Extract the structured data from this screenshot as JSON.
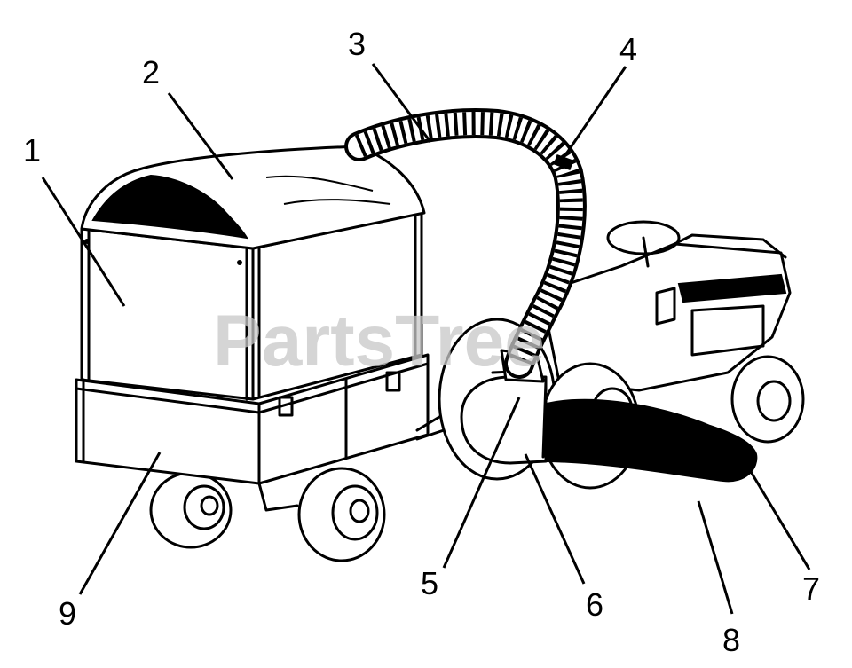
{
  "watermark": "PartsTree",
  "callouts": [
    {
      "id": "1",
      "label": "1",
      "part": "hopper-box"
    },
    {
      "id": "2",
      "label": "2",
      "part": "hopper-cover"
    },
    {
      "id": "3",
      "label": "3",
      "part": "upper-hose"
    },
    {
      "id": "4",
      "label": "4",
      "part": "hose-clamp"
    },
    {
      "id": "5",
      "label": "5",
      "part": "blower-outlet"
    },
    {
      "id": "6",
      "label": "6",
      "part": "blower-housing"
    },
    {
      "id": "7",
      "label": "7",
      "part": "lower-hose-end"
    },
    {
      "id": "8",
      "label": "8",
      "part": "intake-hose"
    },
    {
      "id": "9",
      "label": "9",
      "part": "cart-frame"
    }
  ],
  "colors": {
    "ink": "#000000",
    "paper": "#ffffff",
    "watermark": "#c8c8c8"
  }
}
